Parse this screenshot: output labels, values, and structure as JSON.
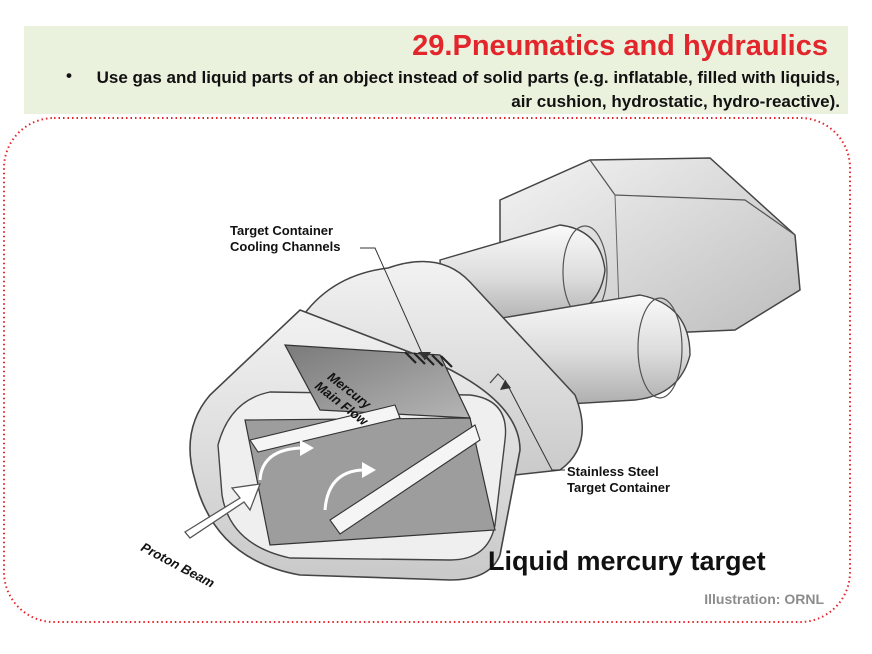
{
  "header": {
    "title": "29.Pneumatics and hydraulics",
    "bullet_symbol": "•",
    "bullet_text": "Use gas and liquid parts of an object instead of solid parts (e.g. inflatable, filled with liquids, air cushion, hydrostatic, hydro-reactive)."
  },
  "diagram": {
    "labels": {
      "cooling_line1": "Target Container",
      "cooling_line2": "Cooling Channels",
      "mercury_line1": "Mercury",
      "mercury_line2": "Main Flow",
      "steel_line1": "Stainless Steel",
      "steel_line2": "Target Container",
      "proton_beam": "Proton Beam"
    }
  },
  "caption": "Liquid mercury target",
  "credit": "Illustration: ORNL",
  "colors": {
    "title": "#e3262b",
    "header_band": "#eaf1dd",
    "frame_dots": "#e3262b",
    "credit": "#8c8c8c"
  }
}
